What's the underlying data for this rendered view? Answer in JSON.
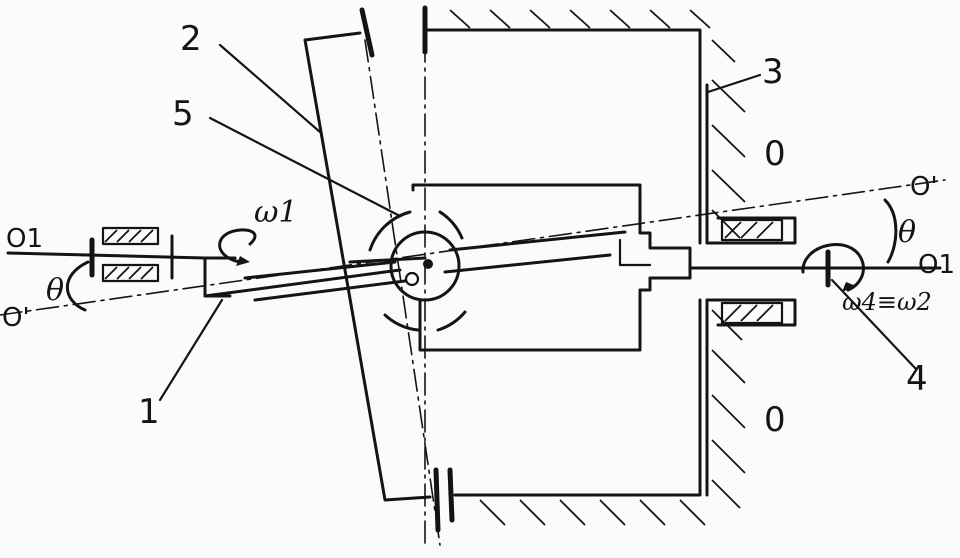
{
  "labels": {
    "part1": "1",
    "part2": "2",
    "part3": "3",
    "part4": "4",
    "part5": "5",
    "zone_upper": "0",
    "zone_lower": "0",
    "axis_o1_left": "O1",
    "axis_o1_right": "O1",
    "axis_oprime_left": "O'",
    "axis_oprime_right": "O'",
    "theta_left": "θ",
    "theta_right": "θ",
    "omega_input": "ω1",
    "omega_output": "ω4≡ω2"
  }
}
